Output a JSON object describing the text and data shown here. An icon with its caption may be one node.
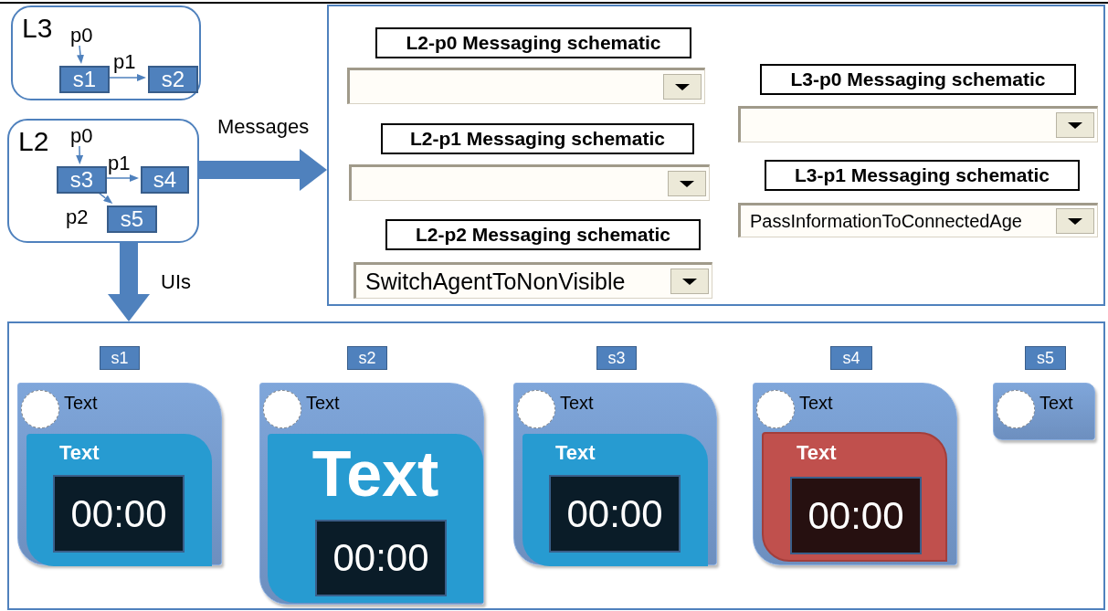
{
  "diagram": {
    "nodes": [
      {
        "text": [
          "L3"
        ]
      },
      {
        "text": [
          "s1"
        ],
        "in": 0
      },
      {
        "text": [
          "s2"
        ],
        "in": 0
      },
      {
        "text": [
          "L2"
        ]
      },
      {
        "text": [
          "s3"
        ],
        "in": 3
      },
      {
        "text": [
          "s4"
        ],
        "in": 3
      },
      {
        "text": [
          "s5"
        ],
        "in": 3
      },
      {
        "text": [],
        "shape": "box"
      },
      {
        "text": [
          "L2-p0 Messaging schematic"
        ],
        "in": 7
      },
      {
        "text": [],
        "shape": "box",
        "in": 7
      },
      {
        "text": [
          "L2-p1 Messaging schematic"
        ],
        "in": 7
      },
      {
        "text": [],
        "shape": "box",
        "in": 7
      },
      {
        "text": [
          "L2-p2 Messaging schematic"
        ],
        "in": 7
      },
      {
        "text": [
          "SwitchAgentToNonVisible"
        ],
        "in": 7
      },
      {
        "text": [
          "L3-p0 Messaging schematic"
        ],
        "in": 7
      },
      {
        "text": [],
        "shape": "box",
        "in": 7
      },
      {
        "text": [
          "L3-p1 Messaging schematic"
        ],
        "in": 7
      },
      {
        "text": [
          "PassInformationToConnectedAge"
        ],
        "in": 7
      },
      {
        "text": [],
        "shape": "box"
      },
      {
        "text": [
          "s1"
        ],
        "in": 18
      },
      {
        "text": [
          "s2"
        ],
        "in": 18
      },
      {
        "text": [
          "s3"
        ],
        "in": 18
      },
      {
        "text": [
          "s4"
        ],
        "in": 18
      },
      {
        "text": [
          "s5"
        ],
        "in": 18
      },
      {
        "text": [
          "Text"
        ],
        "in": 18
      },
      {
        "text": [],
        "shape": "circle",
        "in": 24
      },
      {
        "text": [
          "Text"
        ],
        "in": 24
      },
      {
        "text": [
          "00:00"
        ],
        "in": 26
      },
      {
        "text": [
          "Text"
        ],
        "in": 18
      },
      {
        "text": [],
        "shape": "circle",
        "in": 28
      },
      {
        "text": [
          "Text"
        ],
        "in": 28
      },
      {
        "text": [
          "00:00"
        ],
        "in": 30
      },
      {
        "text": [
          "Text"
        ],
        "in": 18
      },
      {
        "text": [],
        "shape": "circle",
        "in": 32
      },
      {
        "text": [
          "Text"
        ],
        "in": 32
      },
      {
        "text": [
          "00:00"
        ],
        "in": 34
      },
      {
        "text": [
          "Text"
        ],
        "in": 18
      },
      {
        "text": [],
        "shape": "circle",
        "in": 36
      },
      {
        "text": [
          "Text"
        ],
        "in": 36
      },
      {
        "text": [
          "00:00"
        ],
        "in": 38
      },
      {
        "text": [
          "Text"
        ],
        "in": 18
      },
      {
        "text": [],
        "shape": "circle",
        "in": 40
      }
    ],
    "edges": [
      {
        "from": null,
        "to": 1,
        "arrow": "to",
        "label": "p0"
      },
      {
        "from": 1,
        "to": 2,
        "arrow": "to",
        "label": "p1"
      },
      {
        "from": null,
        "to": 4,
        "arrow": "to",
        "label": "p0"
      },
      {
        "from": 4,
        "to": 5,
        "arrow": "to",
        "label": "p1"
      },
      {
        "from": 4,
        "to": 6,
        "arrow": "to",
        "label": "p2"
      },
      {
        "from": 3,
        "to": 7,
        "arrow": "to",
        "label": "Messages",
        "style": "thick"
      },
      {
        "from": 3,
        "to": 18,
        "arrow": "to",
        "label": "UIs",
        "style": "thick"
      }
    ]
  }
}
